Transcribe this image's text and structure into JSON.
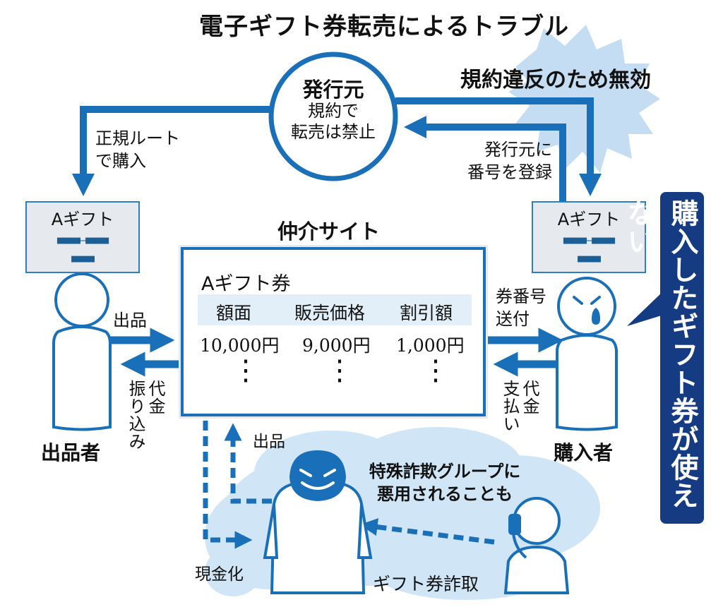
{
  "title": "電子ギフト券転売によるトラブル",
  "issuer": {
    "name": "発行元",
    "rule": "規約で\n転売は禁止"
  },
  "labels": {
    "legit_route": "正規ルート\nで購入",
    "invalid": "規約違反のため無効",
    "register": "発行元に\n番号を登録",
    "site_title": "仲介サイト",
    "listing": "出品",
    "payment_seller": "代金\n振り込み",
    "send_number": "券番号\n送付",
    "payment_buyer": "代金\n支払い",
    "fraud_listing": "出品",
    "cash_out": "現金化",
    "fraud_note": "特殊詐欺グループに\n悪用されることも",
    "gift_fraud": "ギフト券詐取"
  },
  "gift_card": {
    "name": "Aギフト",
    "code_line1": "■■■■‒■■■■",
    "code_line2": "■■■■"
  },
  "site_table": {
    "heading": "Aギフト券",
    "columns": [
      "額面",
      "販売価格",
      "割引額"
    ],
    "row": [
      "10,000円",
      "9,000円",
      "1,000円"
    ],
    "ellipsis": "⋮"
  },
  "people": {
    "seller": "出品者",
    "buyer": "購入者"
  },
  "banner": "購入したギフト券が使えない",
  "colors": {
    "blue": "#1a70b8",
    "navy": "#153b82",
    "light_blue": "#cde3f5",
    "gray_panel": "#e6eaee"
  }
}
